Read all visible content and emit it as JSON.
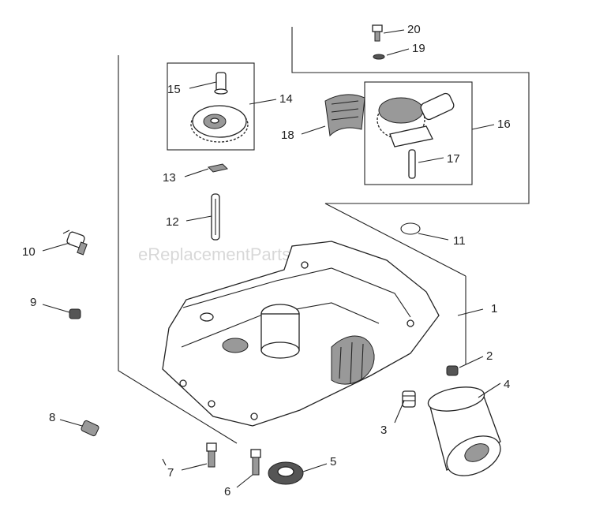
{
  "watermark": "eReplacementParts.com",
  "callouts": {
    "c1": "1",
    "c2": "2",
    "c3": "3",
    "c4": "4",
    "c5": "5",
    "c6": "6",
    "c7": "7",
    "c8": "8",
    "c9": "9",
    "c10": "10",
    "c11": "11",
    "c12": "12",
    "c13": "13",
    "c14": "14",
    "c15": "15",
    "c16": "16",
    "c17": "17",
    "c18": "18",
    "c19": "19",
    "c20": "20"
  }
}
